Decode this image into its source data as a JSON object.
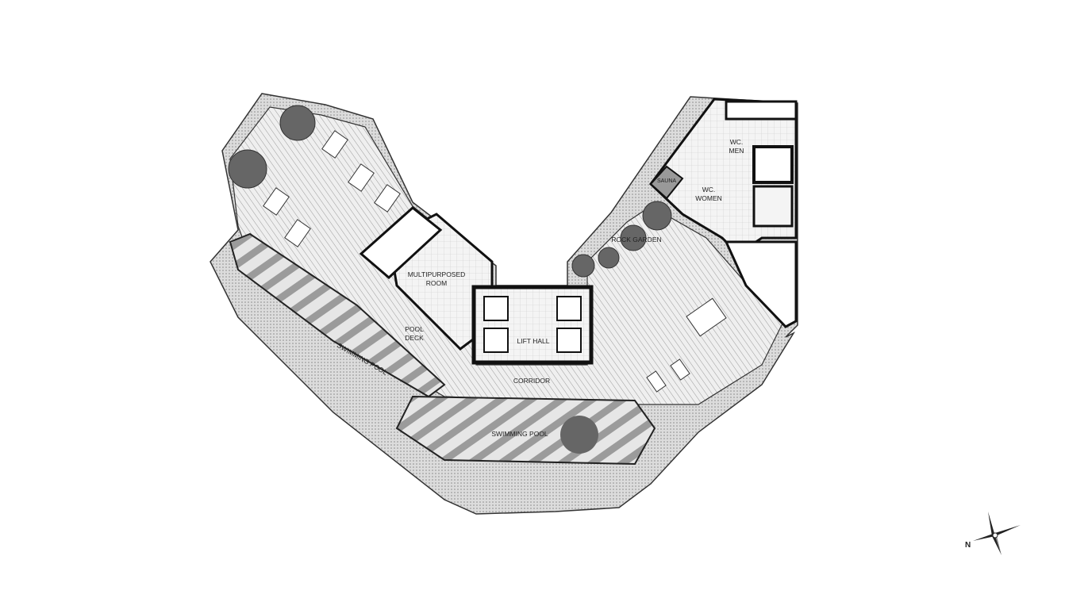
{
  "plan": {
    "rooms": {
      "multipurposed_room_line1": "MULTIPURPOSED",
      "multipurposed_room_line2": "ROOM",
      "lift_hall": "LIFT HALL",
      "pool_deck_line1": "POOL",
      "pool_deck_line2": "DECK",
      "swimming_pool_left": "SWIMMING POOL",
      "swimming_pool_bottom": "SWIMMING POOL",
      "corridor": "CORRIDOR",
      "rock_garden": "ROCK GARDEN",
      "sauna": "SAUNA",
      "wc_men_line1": "WC.",
      "wc_men_line2": "MEN",
      "wc_women_line1": "WC.",
      "wc_women_line2": "WOMEN"
    },
    "compass": {
      "label": "N",
      "icon": "north-arrow-icon"
    }
  }
}
